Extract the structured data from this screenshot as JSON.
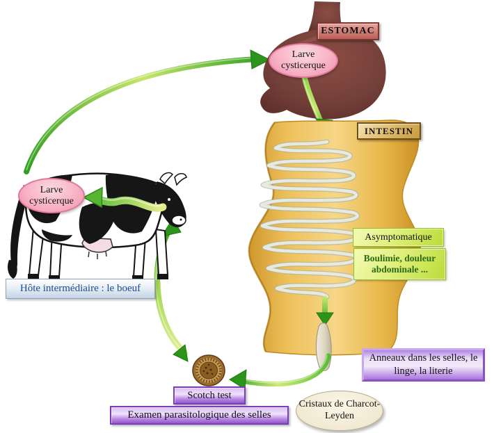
{
  "labels": {
    "estomac": "ESTOMAC",
    "intestin": "INTESTIN",
    "larve_stomach": "Larve cysticerque",
    "larve_cow": "Larve cysticerque",
    "hote": "Hôte intermédiaire : le boeuf",
    "asymptomatique": "Asymptomatique",
    "boulimie": "Boulimie, douleur abdominale ...",
    "anneaux": "Anneaux dans les selles, le linge, la literie",
    "scotch": "Scotch test",
    "examen": "Examen parasitologique des selles",
    "cristaux": "Cristaux de Charcot-Leyden"
  },
  "icons": {
    "stomach": "stomach-organ",
    "intestine": "intestine-wall",
    "tapeworm": "adult-tapeworm",
    "cow": "holstein-cow-intermediate-host",
    "proglottid": "proglottid-segment-in-stool",
    "egg": "taenia-egg",
    "arrows": "life-cycle-green-arrows"
  },
  "colors": {
    "background": "#ffffff",
    "stomach": "#74403a",
    "stomach_label": "#d0837b",
    "intestine": "#e9b94e",
    "intestine_label": "#ddb768",
    "pink_ellipse": "#f8b3c6",
    "green_label": "#cfe95c",
    "boulimie_text": "#2c6a14",
    "purple_label": "#b07fe0",
    "hote_text": "#1d4e8f",
    "cream_ellipse": "#f2e9d2",
    "arrow_green": "#2f9e1e",
    "arrow_light": "#cdea75"
  }
}
